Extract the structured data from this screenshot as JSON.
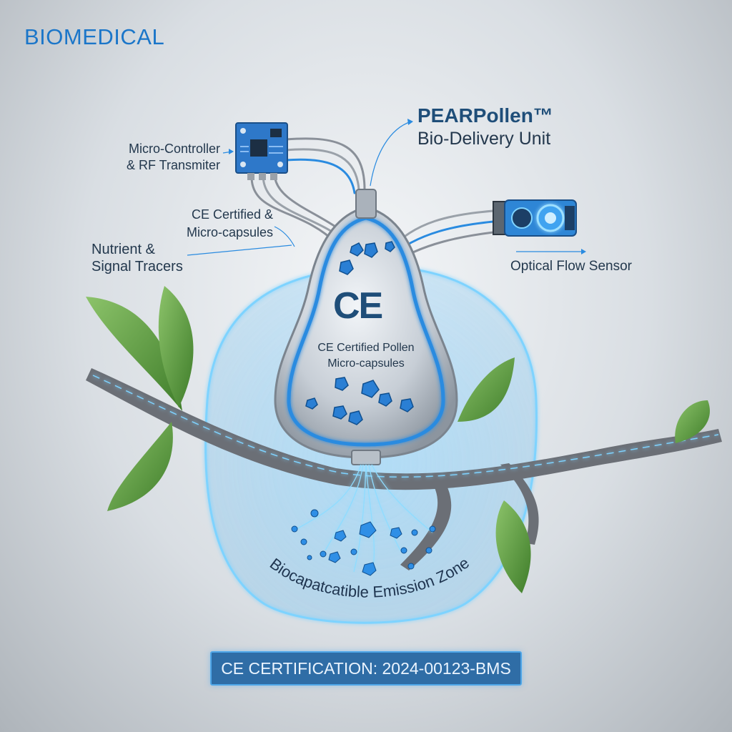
{
  "header": {
    "brand": "BIOMEDICAL"
  },
  "product": {
    "name": "PEARPollen™",
    "subtitle": "Bio-Delivery Unit"
  },
  "callouts": {
    "micro_controller": [
      "Micro-Controller",
      "& RF Transmiter"
    ],
    "ce_micro": [
      "CE Certified &",
      "Micro-capsules"
    ],
    "nutrient": [
      "Nutrient &",
      "Signal Tracers"
    ],
    "optical_sensor": "Optical Flow Sensor"
  },
  "pod": {
    "mark": "CE",
    "label": [
      "CE Certified Pollen",
      "Micro-capsules"
    ]
  },
  "zone": {
    "label": "Biocapatcatible Emission Zone"
  },
  "footer": {
    "certification": "CE CERTIFICATION: 2024-00123-BMS"
  },
  "colors": {
    "brand": "#1b76c9",
    "glow": "#5cc6ff",
    "capsule": "#2a7fd4",
    "leaf": "#5c9a3a",
    "branch": "#6b6f76",
    "cert_bg": "#2f6da6"
  },
  "icons": [
    "circuit-board-icon",
    "optical-sensor-icon",
    "capsule-icon",
    "leaf-icon"
  ]
}
